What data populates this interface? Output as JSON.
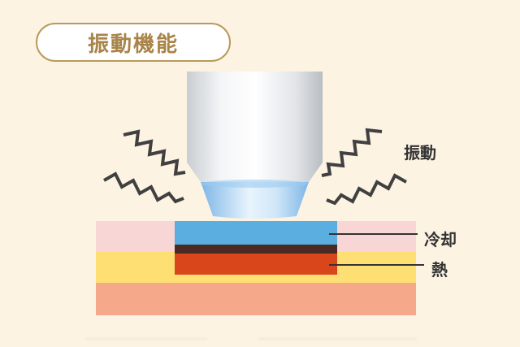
{
  "title": "振動機能",
  "labels": {
    "vibration": "振動",
    "cooling": "冷却",
    "heat": "熱"
  },
  "colors": {
    "background": "#fdf3e3",
    "title_text": "#a88448",
    "title_border": "#b89a5c",
    "skin_top": "#f9d6d6",
    "skin_mid": "#fedf74",
    "skin_bottom": "#f6a98a",
    "cooling_zone": "#5aaee0",
    "heat_zone": "#d9461b",
    "separator": "#4a2a22",
    "wave": "#404040"
  },
  "icons": [
    "vibration-wave-icon",
    "device-head-icon"
  ]
}
